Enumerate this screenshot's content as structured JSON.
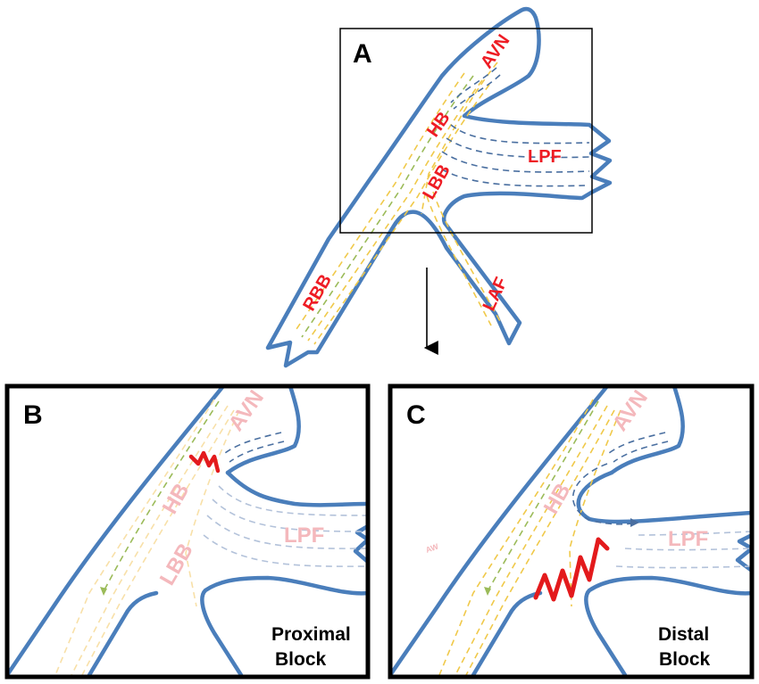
{
  "panels": {
    "a": {
      "letter": "A",
      "labels": {
        "avn": "AVN",
        "hb": "HB",
        "lbb": "LBB",
        "lpf": "LPF",
        "rbb": "RBB",
        "laf": "LAF"
      }
    },
    "b": {
      "letter": "B",
      "labels": {
        "avn": "AVN",
        "hb": "HB",
        "lbb": "LBB",
        "lpf": "LPF"
      },
      "caption_line1": "Proximal",
      "caption_line2": "Block"
    },
    "c": {
      "letter": "C",
      "labels": {
        "avn": "AVN",
        "hb": "HB",
        "lpf": "LPF",
        "aw": "AW"
      },
      "caption_line1": "Distal",
      "caption_line2": "Block"
    }
  },
  "colors": {
    "wall": "#4a7ebb",
    "label": "#ee1c24",
    "block": "#e31a1c",
    "fiber_yellow": "#f0c94a",
    "fiber_green": "#9bbb59",
    "fiber_blue": "#4a6fa0"
  }
}
